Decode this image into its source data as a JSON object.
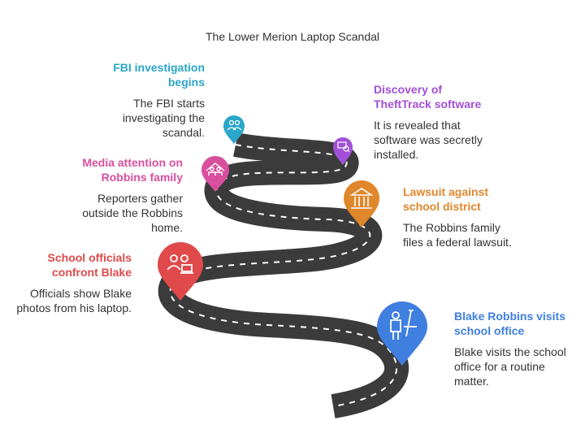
{
  "title": "The Lower Merion Laptop Scandal",
  "steps": [
    {
      "heading": "FBI investigation begins",
      "body": "The FBI starts investigating the scandal.",
      "color": "#2aa6c9",
      "icon": "fbi-agents-icon"
    },
    {
      "heading": "Discovery of TheftTrack software",
      "body": "It is revealed that software was secretly installed.",
      "color": "#a14fd8",
      "icon": "computer-discovery-icon"
    },
    {
      "heading": "Media attention on Robbins family",
      "body": "Reporters gather outside the Robbins home.",
      "color": "#d94f9e",
      "icon": "family-reporters-icon"
    },
    {
      "heading": "Lawsuit against school district",
      "body": "The Robbins family files a federal lawsuit.",
      "color": "#e0862b",
      "icon": "courthouse-icon"
    },
    {
      "heading": "School officials confront Blake",
      "body": "Officials show Blake photos from his laptop.",
      "color": "#e04a4a",
      "icon": "officials-laptop-icon"
    },
    {
      "heading": "Blake Robbins visits school office",
      "body": "Blake visits the school office for a routine matter.",
      "color": "#3f7fe0",
      "icon": "student-office-icon"
    }
  ]
}
